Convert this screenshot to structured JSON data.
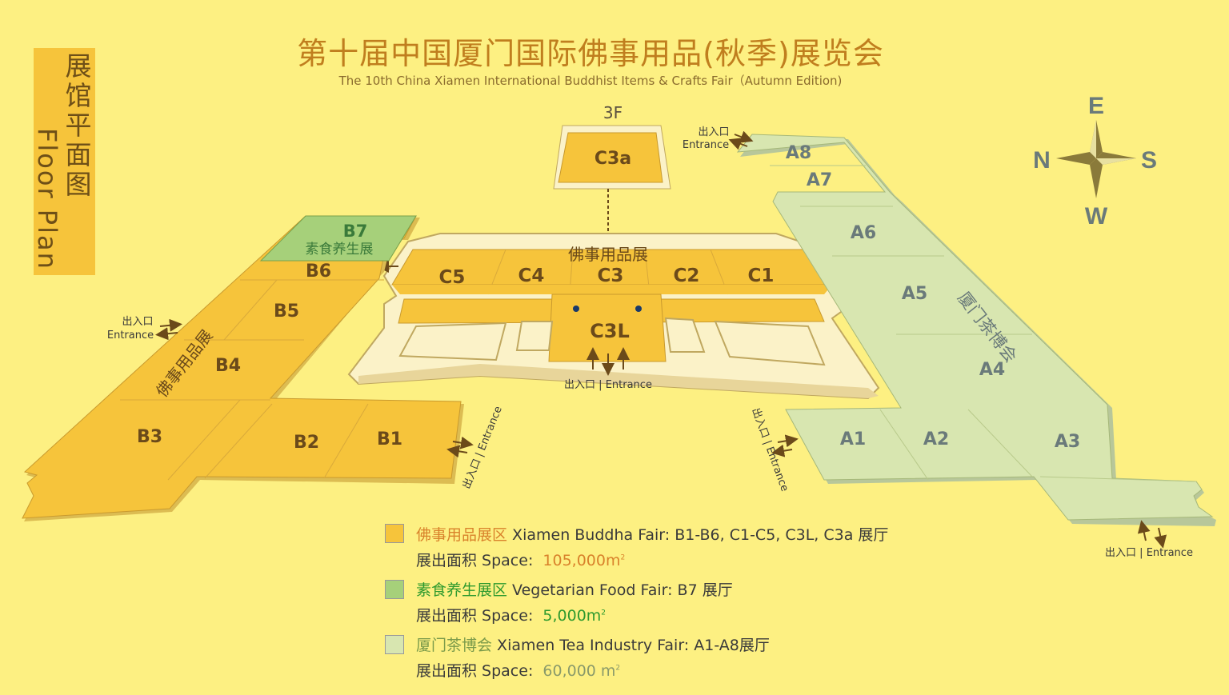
{
  "title": {
    "cn": "第十届中国厦门国际佛事用品(秋季)展览会",
    "en": "The 10th China Xiamen International Buddhist Items & Crafts Fair（Autumn Edition)"
  },
  "sidebar": {
    "cn": "展馆平面图",
    "en": "Floor Plan"
  },
  "compass": {
    "n": "N",
    "e": "E",
    "s": "S",
    "w": "W"
  },
  "halls": {
    "C3a": "C3a",
    "floor3": "3F",
    "C1": "C1",
    "C2": "C2",
    "C3": "C3",
    "C4": "C4",
    "C5": "C5",
    "C3L": "C3L",
    "c_hall_label": "佛事用品展",
    "B1": "B1",
    "B2": "B2",
    "B3": "B3",
    "B4": "B4",
    "B5": "B5",
    "B6": "B6",
    "B7": "B7",
    "b7_label": "素食养生展",
    "b_hall_label": "佛事用品展",
    "A1": "A1",
    "A2": "A2",
    "A3": "A3",
    "A4": "A4",
    "A5": "A5",
    "A6": "A6",
    "A7": "A7",
    "A8": "A8",
    "a_hall_label": "厦门茶博会"
  },
  "entrances": {
    "cn": "出入口",
    "en": "Entrance",
    "inline": "出入口 | Entrance"
  },
  "legend": [
    {
      "color": "#f6c43b",
      "name_cn": "佛事用品展区",
      "name_color": "#d9822b",
      "desc": " Xiamen Buddha Fair: B1-B6, C1-C5, C3L, C3a 展厅",
      "space_label": "展出面积 Space:",
      "space_value": "105,000m",
      "value_color": "#d9822b"
    },
    {
      "color": "#a6d07a",
      "name_cn": "素食养生展区",
      "name_color": "#2e9a2e",
      "desc": " Vegetarian Food Fair: B7 展厅",
      "space_label": "展出面积 Space:",
      "space_value": "5,000m",
      "value_color": "#2e9a2e"
    },
    {
      "color": "#d8e6b0",
      "name_cn": "厦门茶博会",
      "name_color": "#7a9a4a",
      "desc": " Xiamen Tea Industry Fair: A1-A8展厅",
      "space_label": "展出面积 Space:",
      "space_value": "60,000 m",
      "value_color": "#8a9a6a"
    }
  ]
}
